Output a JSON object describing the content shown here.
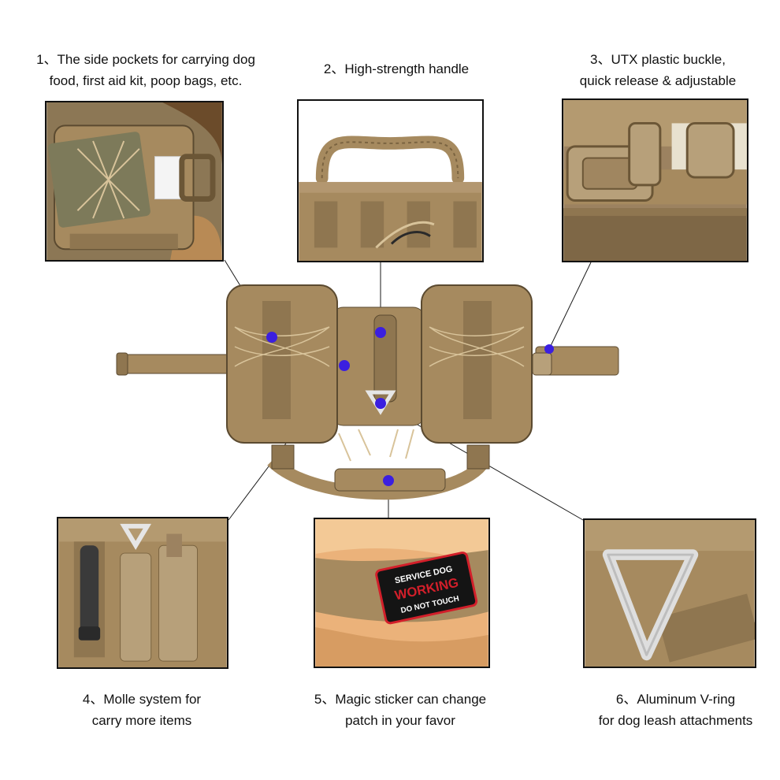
{
  "colors": {
    "fabric": "#a68a5f",
    "fabric_dark": "#7a6340",
    "fabric_light": "#c2a77a",
    "shadow": "#5b4a30",
    "marker": "#3b1fe0",
    "fur": "#e3a86b",
    "patch_red": "#d21f2a"
  },
  "captions": [
    {
      "line1": "1、The side pockets for carrying dog",
      "line2": "food, first aid kit, poop bags, etc."
    },
    {
      "line1": "2、High-strength handle",
      "line2": ""
    },
    {
      "line1": "3、UTX plastic buckle,",
      "line2": "quick release & adjustable"
    },
    {
      "line1": "4、Molle system for",
      "line2": "carry more items"
    },
    {
      "line1": "5、Magic sticker can change",
      "line2": "patch in your favor"
    },
    {
      "line1": "6、Aluminum V-ring",
      "line2": "for dog leash attachments"
    }
  ],
  "patch": {
    "line1": "SERVICE DOG",
    "line2": "WORKING",
    "line3": "DO NOT TOUCH"
  }
}
